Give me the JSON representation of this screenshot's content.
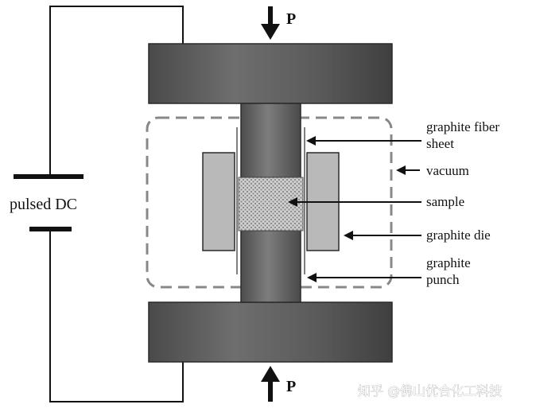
{
  "diagram": {
    "pressure_top": "P",
    "pressure_bottom": "P",
    "power_label": "pulsed DC",
    "labels": {
      "fiber_sheet_line1": "graphite fiber",
      "fiber_sheet_line2": "sheet",
      "vacuum": "vacuum",
      "sample": "sample",
      "die": "graphite die",
      "punch_line1": "graphite",
      "punch_line2": "punch"
    }
  },
  "watermark": {
    "text": "知乎 @佛山优合化工科技"
  },
  "colors": {
    "plate": "#5b5b5b",
    "punch": "#6a6a6a",
    "die": "#b9b9b9",
    "sample": "#c8c8c8",
    "line": "#111111",
    "vacuum_dash": "#888888"
  }
}
